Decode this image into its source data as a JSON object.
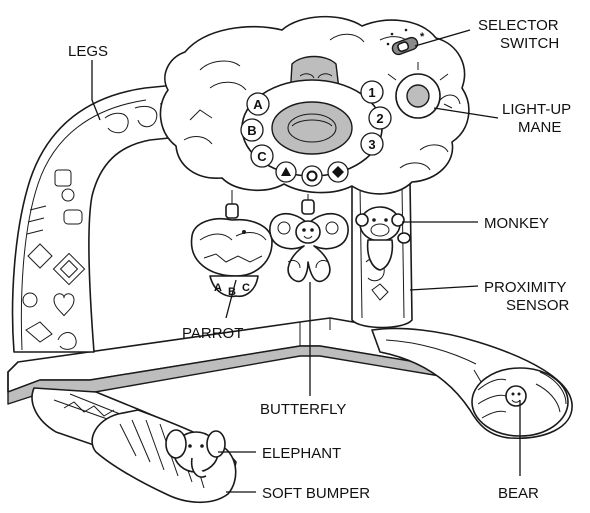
{
  "labels": {
    "selector_switch": [
      "SELECTOR",
      "SWITCH"
    ],
    "legs": "LEGS",
    "light_up_mane": [
      "LIGHT-UP",
      "MANE"
    ],
    "monkey": "MONKEY",
    "proximity_sensor": [
      "PROXIMITY",
      "SENSOR"
    ],
    "parrot": "PARROT",
    "butterfly": "BUTTERFLY",
    "elephant": "ELEPHANT",
    "soft_bumper": "SOFT BUMPER",
    "bear": "BEAR"
  },
  "dial": {
    "letter_beads": [
      "A",
      "B",
      "C"
    ],
    "number_beads": [
      "1",
      "2",
      "3"
    ],
    "shape_beads": [
      "triangle",
      "circle",
      "diamond"
    ]
  },
  "parrot_tag": [
    "A",
    "B",
    "C"
  ],
  "colors": {
    "ink": "#1a1a1a",
    "fill_light": "#bdbdbd",
    "fill_dark": "#8a8a8a",
    "background": "#ffffff"
  }
}
